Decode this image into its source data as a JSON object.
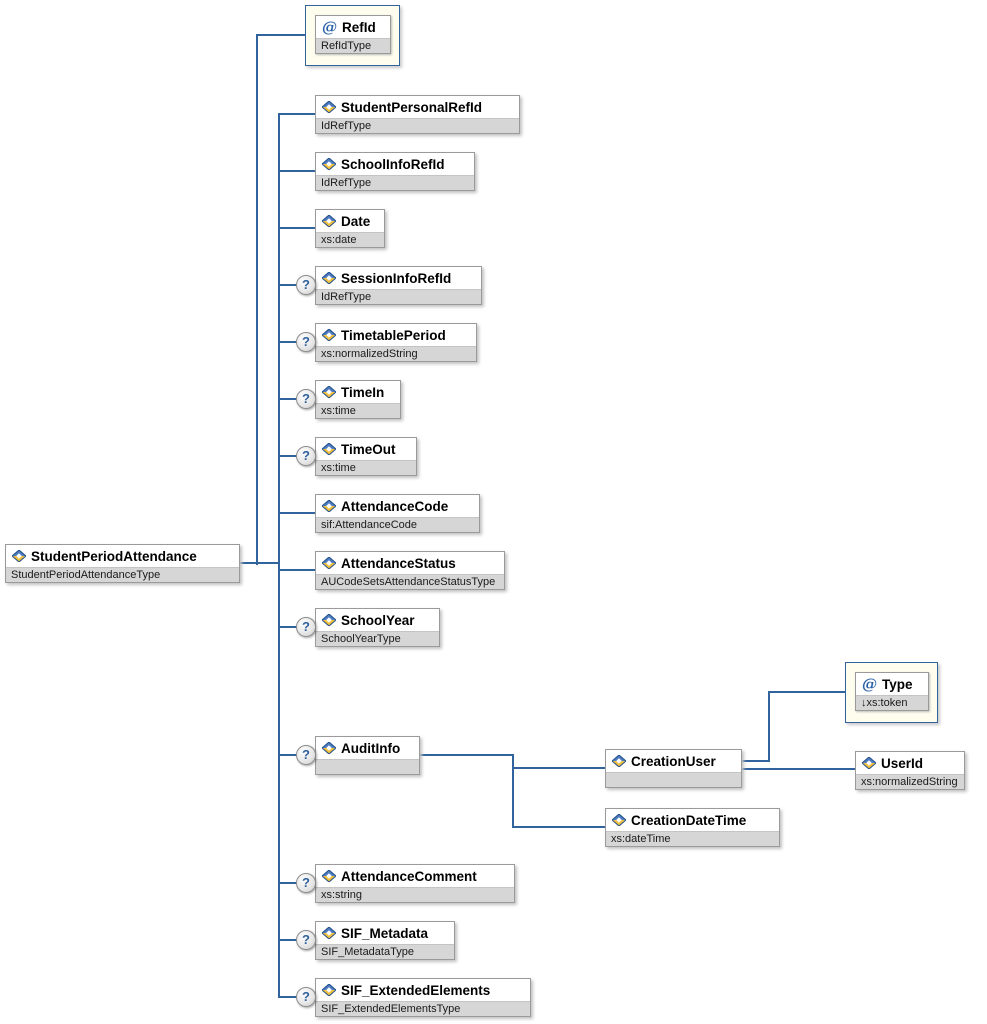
{
  "diagram_title": "StudentPeriodAttendance schema diagram",
  "markers": {
    "optional": "?",
    "attribute": "@"
  },
  "colors": {
    "connector": "#31639C",
    "box_border": "#9a9a9a",
    "type_row_bg": "#d6d6d6",
    "attribute_group_bg": "#fffeee",
    "attribute_group_border": "#31639C",
    "optional_marker": "#31639C"
  },
  "nodes": {
    "root": {
      "name": "StudentPeriodAttendance",
      "type": "StudentPeriodAttendanceType"
    },
    "refid": {
      "name": "RefId",
      "type": "RefIdType"
    },
    "student_personal_refid": {
      "name": "StudentPersonalRefId",
      "type": "IdRefType"
    },
    "school_info_refid": {
      "name": "SchoolInfoRefId",
      "type": "IdRefType"
    },
    "date": {
      "name": "Date",
      "type": "xs:date"
    },
    "session_info_refid": {
      "name": "SessionInfoRefId",
      "type": "IdRefType"
    },
    "timetable_period": {
      "name": "TimetablePeriod",
      "type": "xs:normalizedString"
    },
    "time_in": {
      "name": "TimeIn",
      "type": "xs:time"
    },
    "time_out": {
      "name": "TimeOut",
      "type": "xs:time"
    },
    "attendance_code": {
      "name": "AttendanceCode",
      "type": "sif:AttendanceCode"
    },
    "attendance_status": {
      "name": "AttendanceStatus",
      "type": "AUCodeSetsAttendanceStatusType"
    },
    "school_year": {
      "name": "SchoolYear",
      "type": "SchoolYearType"
    },
    "audit_info": {
      "name": "AuditInfo",
      "type": ""
    },
    "attendance_comment": {
      "name": "AttendanceComment",
      "type": "xs:string"
    },
    "sif_metadata": {
      "name": "SIF_Metadata",
      "type": "SIF_MetadataType"
    },
    "sif_extended_elements": {
      "name": "SIF_ExtendedElements",
      "type": "SIF_ExtendedElementsType"
    },
    "creation_user": {
      "name": "CreationUser",
      "type": ""
    },
    "creation_date_time": {
      "name": "CreationDateTime",
      "type": "xs:dateTime"
    },
    "user_id": {
      "name": "UserId",
      "type": "xs:normalizedString"
    },
    "type_attr": {
      "name": "Type",
      "type": "↓xs:token"
    }
  }
}
